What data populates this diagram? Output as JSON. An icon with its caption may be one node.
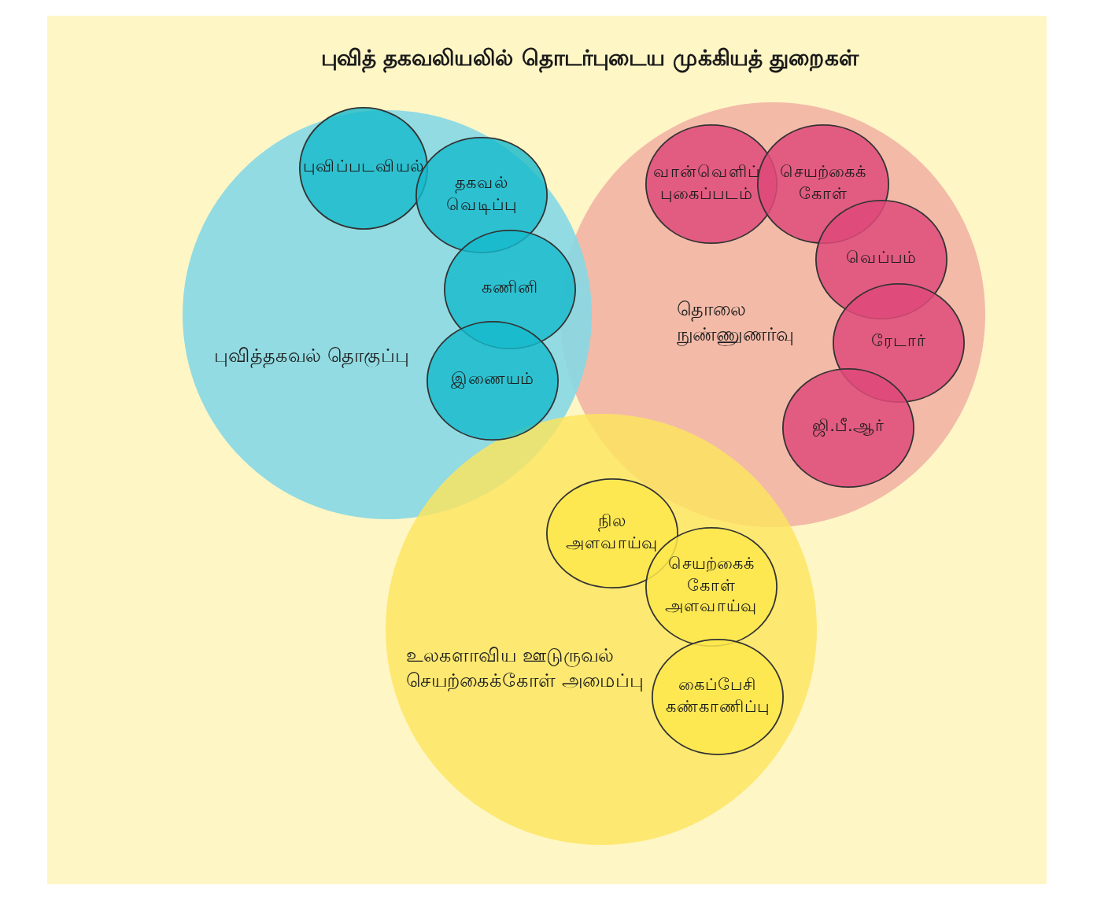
{
  "diagram": {
    "title": "புவித் தகவலியலில் தொடர்புடைய முக்கியத் துறைகள்",
    "nodes": [
      {
        "text": [
          "புவித்தகவல் தொகுப்பு"
        ]
      },
      {
        "text": [
          "புவிப்படவியல்"
        ],
        "in": 0
      },
      {
        "text": [
          "தகவல் வெடிப்பு"
        ],
        "in": 0
      },
      {
        "text": [
          "கணினி"
        ],
        "in": 0
      },
      {
        "text": [
          "இணையம்"
        ],
        "in": 0
      },
      {
        "text": [
          "தொலை நுண்ணுணர்வு"
        ]
      },
      {
        "text": [
          "வான்வெளிப் புகைப்படம்"
        ],
        "in": 5
      },
      {
        "text": [
          "செயற்கைக் கோள்"
        ],
        "in": 5
      },
      {
        "text": [
          "வெப்பம்"
        ],
        "in": 5
      },
      {
        "text": [
          "ரேடார்"
        ],
        "in": 5
      },
      {
        "text": [
          "ஜி.பீ.ஆர்"
        ],
        "in": 5
      },
      {
        "text": [
          "உலகளாவிய ஊடுருவல் செயற்கைக்கோள் அமைப்பு"
        ]
      },
      {
        "text": [
          "நில அளவாய்வு"
        ],
        "in": 11
      },
      {
        "text": [
          "செயற்கைக் கோள் அளவாய்வு"
        ],
        "in": 11
      },
      {
        "text": [
          "கைப்பேசி கண்காணிப்பு"
        ],
        "in": 11
      }
    ]
  }
}
